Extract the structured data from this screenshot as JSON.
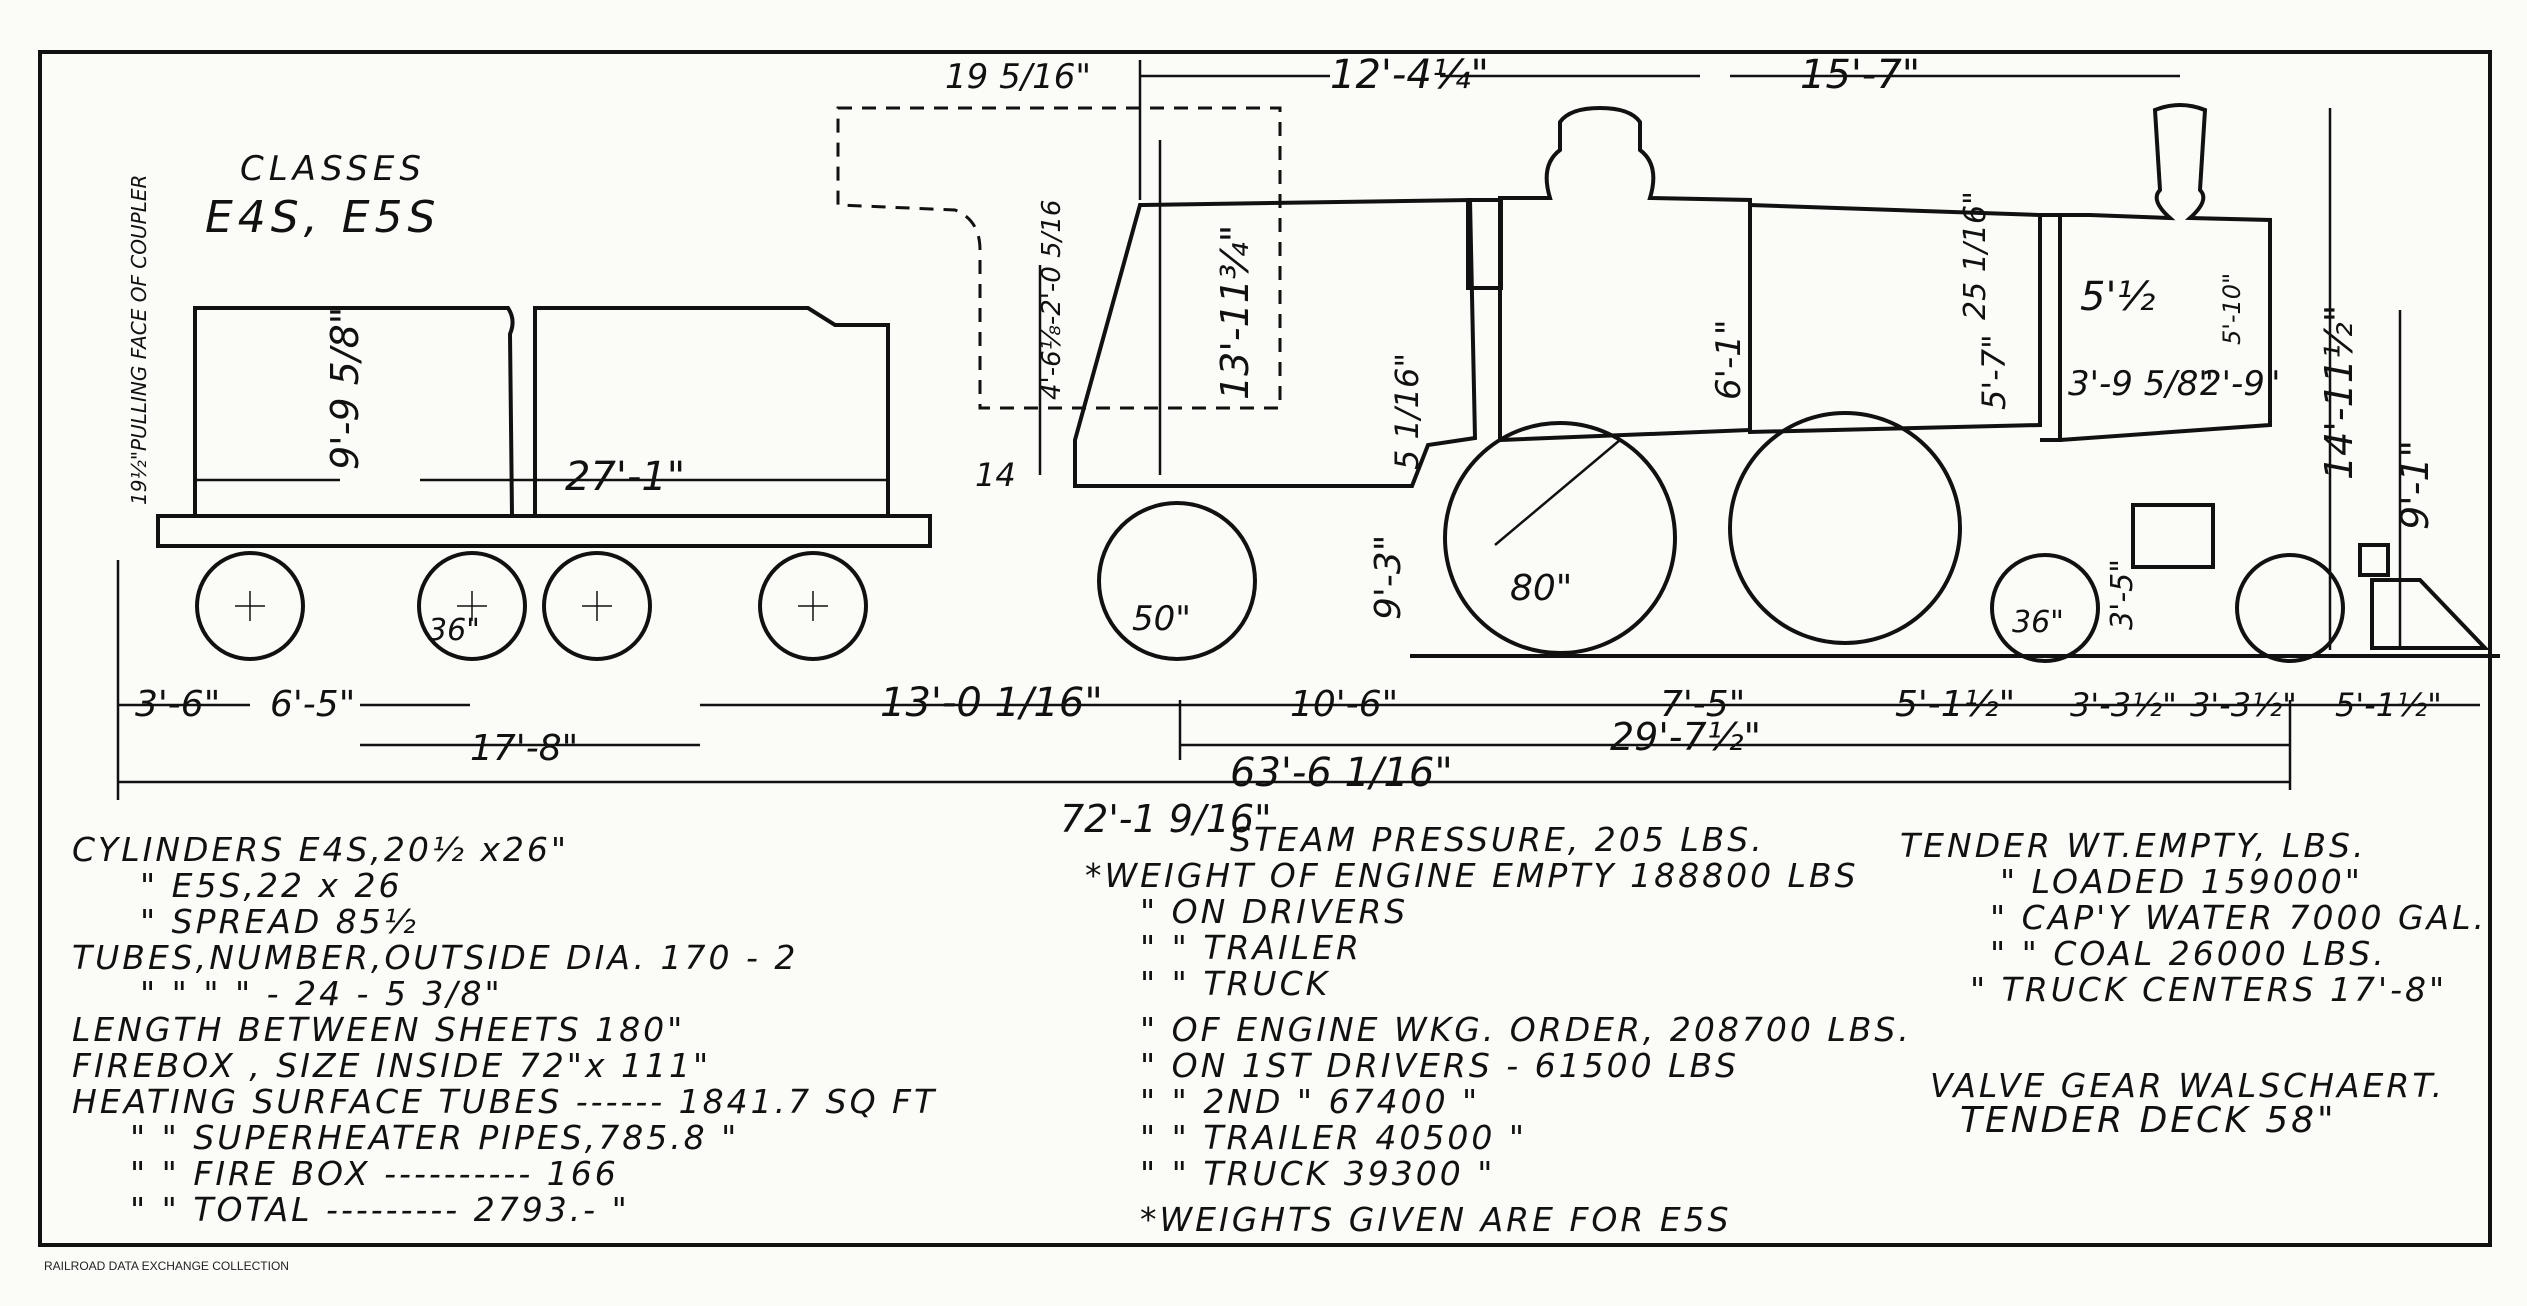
{
  "classes": {
    "heading": "CLASSES",
    "names": "E4S, E5S"
  },
  "coupler_note": "19½\"PULLING FACE OF COUPLER",
  "dimensions": {
    "top_19": "19 5/16\"",
    "top_12": "12'-4¼\"",
    "top_15": "15'-7\"",
    "cab_height": "13'-11¾\"",
    "cab_vertical": "4'-6⅛-2'-0 5/16",
    "tender_height": "9'-9 5/8\"",
    "tender_length": "27'-1\"",
    "gap_14": "14",
    "boiler_5": "5 1/16\"",
    "firebox_9": "9'-3\"",
    "dome_6": "6'-1\"",
    "stack_25": "25 1/16\"",
    "smokebox_57": "5'-7\"",
    "smoke_512": "5'½",
    "smoke_510": "5'-10\"",
    "smoke_395": "3'-9 5/8\"",
    "smoke_29": "2'-9\"",
    "height_14": "14'-11½\"",
    "height_9": "9'-1\"",
    "trailer_50": "50\"",
    "driver_80": "80\"",
    "pony_36": "36\"",
    "tender_wheel_36": "36\"",
    "height_35": "3'-5\"",
    "bot_36": "3'-6\"",
    "bot_65": "6'-5\"",
    "bot_178": "17'-8\"",
    "bot_130": "13'-0 1/16\"",
    "bot_106": "10'-6\"",
    "bot_75": "7'-5\"",
    "bot_51": "5'-1½\"",
    "bot_33a": "3'-3½\"",
    "bot_33b": "3'-3½\"",
    "bot_51b": "5'-1½\"",
    "bot_63": "63'-6 1/16\"",
    "bot_29": "29'-7½\"",
    "bot_72": "72'-1 9/16\""
  },
  "specs_left": [
    "CYLINDERS  E4S,20½ x26\"",
    "\"          E5S,22 x 26",
    "\"           SPREAD 85½",
    "TUBES,NUMBER,OUTSIDE DIA. 170 - 2",
    "\"      \"      \"     \"  - 24 - 5 3/8\"",
    "LENGTH BETWEEN SHEETS  180\"",
    "FIREBOX , SIZE INSIDE  72\"x 111\"",
    "HEATING SURFACE TUBES ------ 1841.7  SQ FT",
    "\"        \"   SUPERHEATER PIPES,785.8 \"",
    "\"        \"      FIRE BOX ---------- 166",
    "\"        \"   TOTAL --------- 2793.- \""
  ],
  "specs_middle": [
    "STEAM PRESSURE, 205 LBS.",
    "*WEIGHT OF ENGINE EMPTY  188800 LBS",
    "\"     ON DRIVERS",
    "\"       \"   TRAILER",
    "\"       \"   TRUCK",
    "\"     OF ENGINE  WKG. ORDER, 208700 LBS.",
    "\"     ON 1ST DRIVERS - 61500 LBS",
    "\"       \" 2ND    \"          67400 \"",
    "\"       \"   TRAILER          40500 \"",
    "\"       \"   TRUCK              39300 \"",
    "*WEIGHTS GIVEN ARE FOR  E5S"
  ],
  "specs_right": [
    "TENDER WT.EMPTY,          LBS.",
    "\"        LOADED 159000\"",
    "\"   CAP'Y WATER 7000 GAL.",
    "\"        \"   COAL 26000  LBS.",
    "\"  TRUCK CENTERS 17'-8\"",
    "VALVE GEAR WALSCHAERT.",
    "TENDER DECK  58\""
  ],
  "footer": "RAILROAD DATA EXCHANGE COLLECTION"
}
